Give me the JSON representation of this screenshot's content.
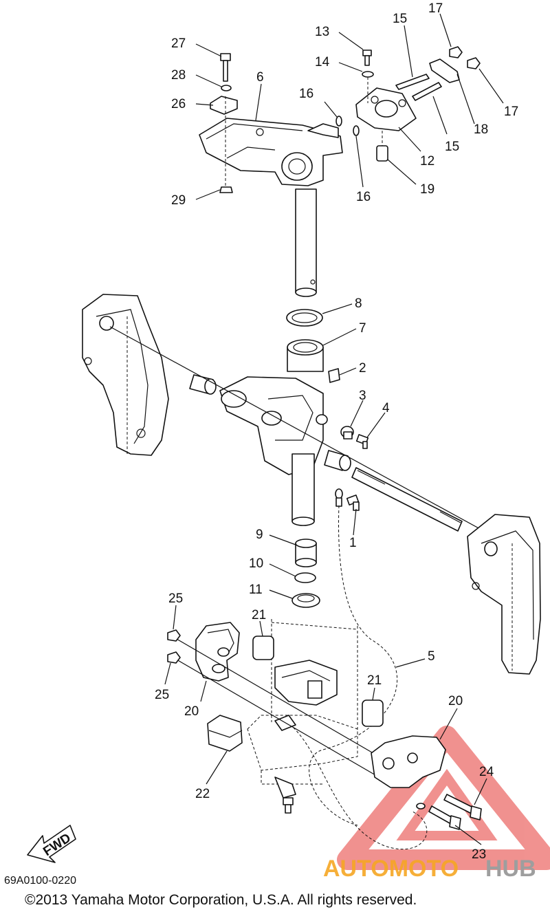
{
  "diagram": {
    "code": "69A0100-0220",
    "copyright": "©2013 Yamaha Motor Corporation, U.S.A. All rights reserved.",
    "fwd_label": "FWD",
    "callouts": [
      "27",
      "28",
      "26",
      "6",
      "29",
      "13",
      "14",
      "15",
      "17",
      "16",
      "18",
      "12",
      "16",
      "19",
      "15",
      "17",
      "8",
      "7",
      "2",
      "3",
      "4",
      "1",
      "9",
      "10",
      "11",
      "25",
      "25",
      "21",
      "21",
      "20",
      "20",
      "5",
      "22",
      "24",
      "23"
    ]
  },
  "watermark": {
    "part1": "AUTOMOTO",
    "part2": "HUB",
    "colors": {
      "orange": "#f5a623",
      "red": "#e53935",
      "gray": "#9e9e9e"
    }
  }
}
